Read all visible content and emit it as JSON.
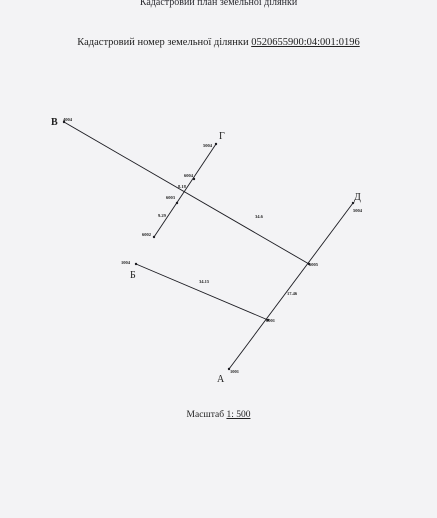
{
  "header": {
    "title": "Кадастровий план земельної ділянки",
    "cadastral_label": "Кадастровий номер земельної ділянки",
    "cadastral_number": "0520655900:04:001:0196"
  },
  "plan": {
    "letters": {
      "a": "А",
      "b": "Б",
      "v": "В",
      "g": "Г",
      "d": "Д"
    },
    "points": {
      "p1001": "1001",
      "p1004": "1004",
      "p4004": "4004",
      "p5004a": "5004",
      "p5004b": "5004",
      "p6001": "6001",
      "p6002": "6002",
      "p6003": "6003",
      "p6004": "6004",
      "p6005": "6005"
    },
    "dimensions": {
      "d1": "8.18",
      "d2": "9.29",
      "d3": "34.6",
      "d4": "34.15",
      "d5": "17.46"
    }
  },
  "footer": {
    "scale_label": "Масштаб",
    "scale_value": "1: 500"
  }
}
